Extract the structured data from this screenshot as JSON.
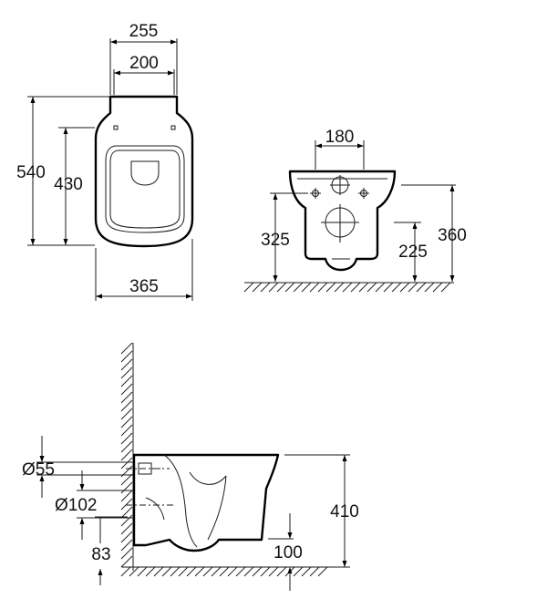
{
  "top_view": {
    "dim_width_outer": "255",
    "dim_width_inner": "200",
    "dim_length_total": "540",
    "dim_length_seat": "430",
    "dim_width_bowl": "365"
  },
  "rear_view": {
    "dim_bolt_spacing": "180",
    "dim_outlet_height": "325",
    "dim_top_height": "360",
    "dim_inlet_height": "225"
  },
  "side_view": {
    "dim_inlet_diameter": "Ø55",
    "dim_outlet_diameter": "Ø102",
    "dim_total_height": "410",
    "dim_bottom_offset": "83",
    "dim_floor_gap": "100"
  }
}
